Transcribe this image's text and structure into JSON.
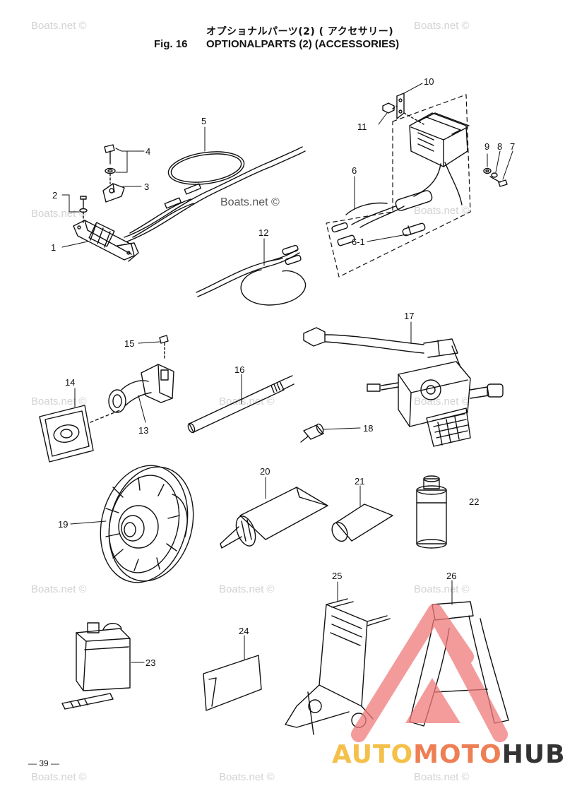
{
  "header": {
    "title_jp": "オプショナルパーツ(2) ( アクセサリー)",
    "fig_label": "Fig. 16",
    "title_en": "OPTIONALPARTS (2) (ACCESSORIES)"
  },
  "watermark": "Boats.net ©",
  "page_number": "— 39 —",
  "logo": {
    "part1": "AUTO",
    "part2": "MOTO",
    "part3": "HUB",
    "colors": {
      "auto": "#f4c04a",
      "moto": "#ee7f54",
      "hub": "#333333",
      "triangle": "#f07a7a"
    }
  },
  "callouts": {
    "c1": "1",
    "c2": "2",
    "c3": "3",
    "c4": "4",
    "c5": "5",
    "c6": "6",
    "c6_1": "6-1",
    "c7": "7",
    "c8": "8",
    "c9": "9",
    "c10": "10",
    "c11": "11",
    "c12": "12",
    "c13": "13",
    "c14": "14",
    "c15": "15",
    "c16": "16",
    "c17": "17",
    "c18": "18",
    "c19": "19",
    "c20": "20",
    "c21": "21",
    "c22": "22",
    "c23": "23",
    "c24": "24",
    "c25": "25",
    "c26": "26"
  }
}
